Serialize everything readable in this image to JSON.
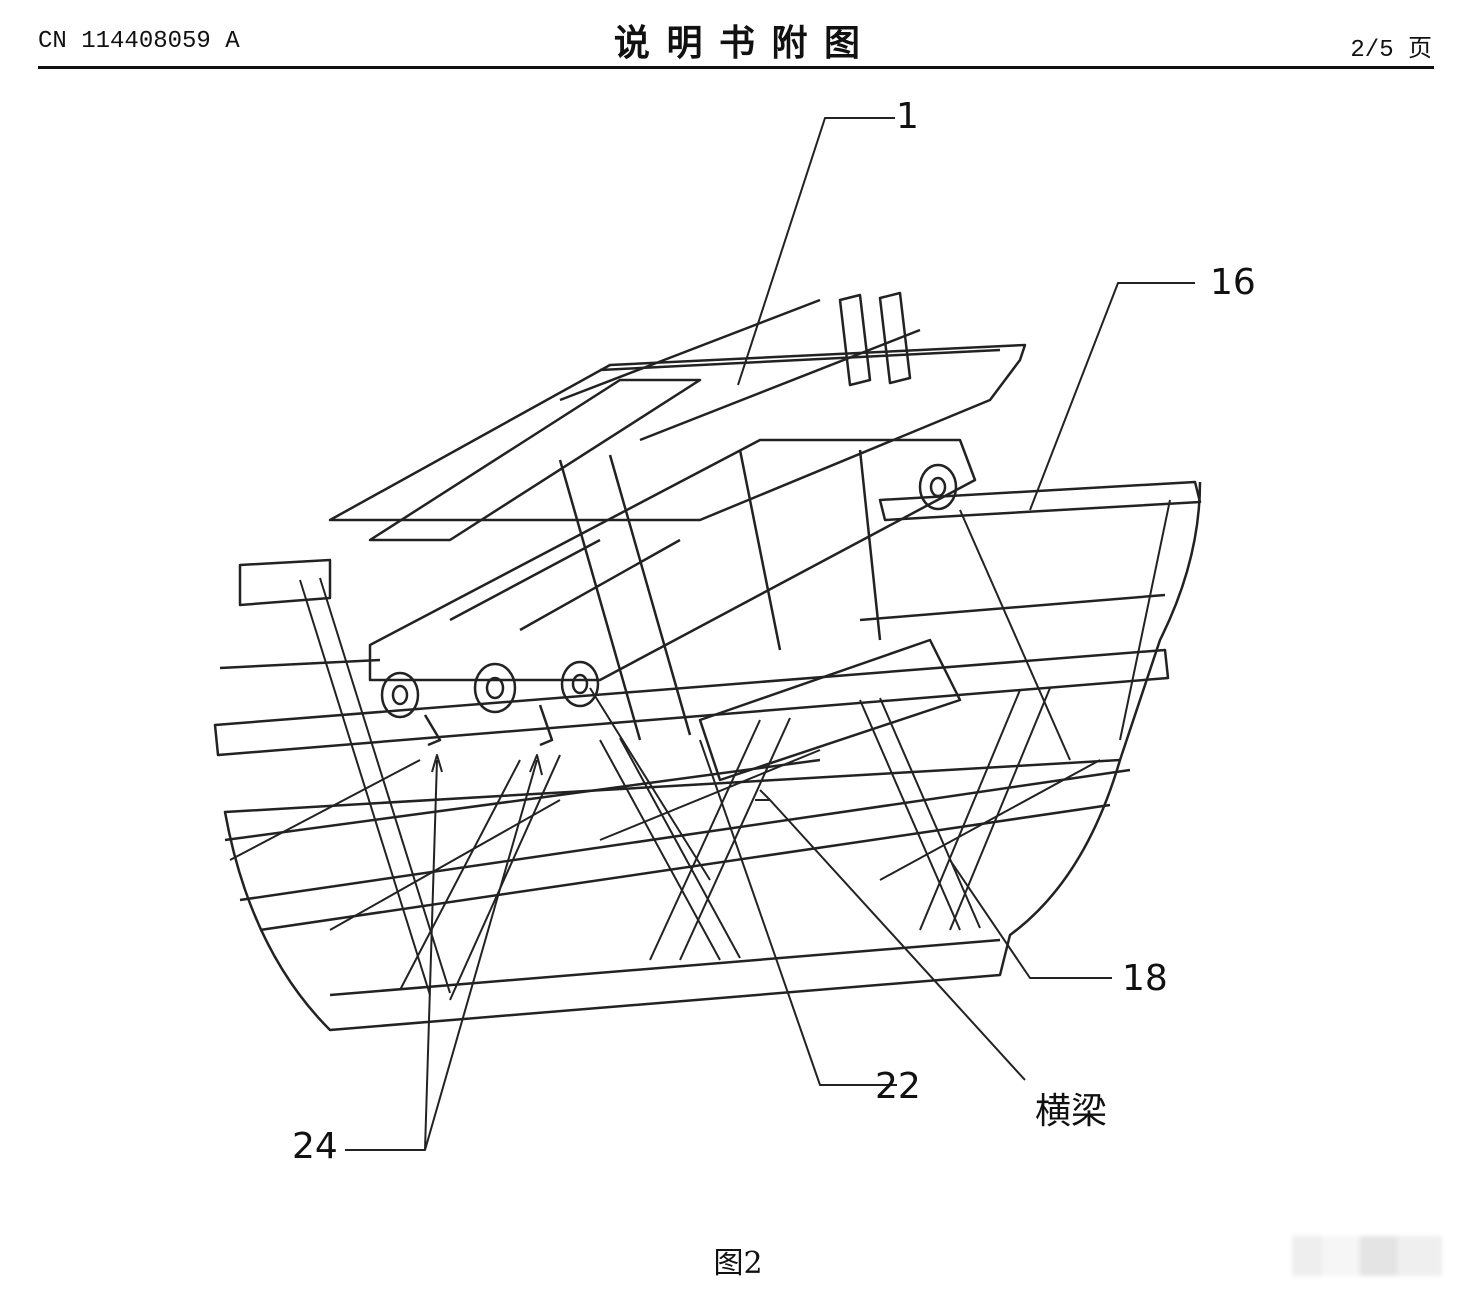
{
  "header": {
    "publication_number": "CN 114408059 A",
    "section_title": "说 明 书 附 图",
    "page": "2/5 页"
  },
  "figure": {
    "caption": "图2",
    "labels": {
      "part_1": "1",
      "part_16": "16",
      "part_18": "18",
      "part_22": "22",
      "crossbeam": "横梁",
      "part_24": "24"
    }
  }
}
